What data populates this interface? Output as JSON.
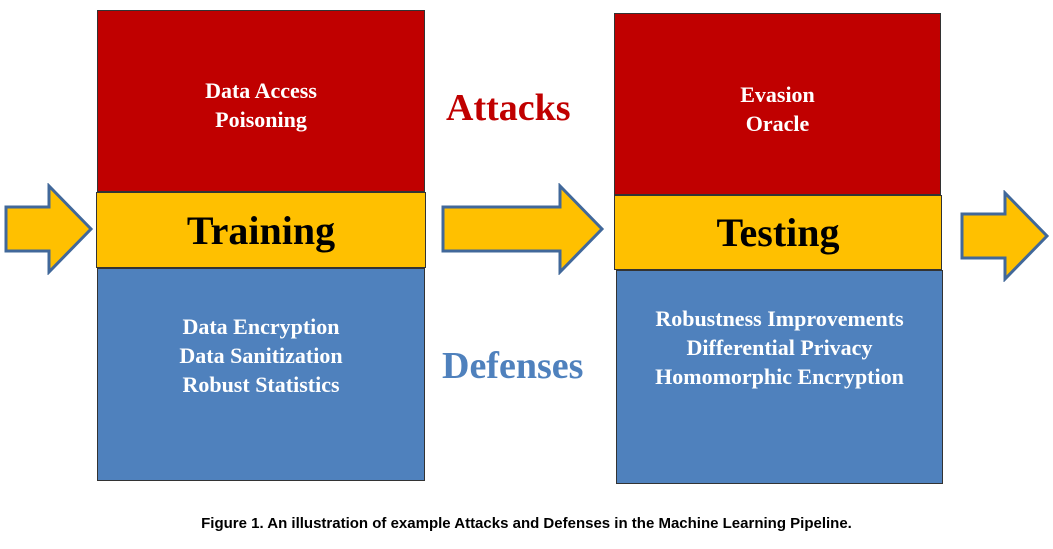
{
  "training": {
    "stage_label": "Training",
    "attacks": [
      "Data Access",
      "Poisoning"
    ],
    "defenses": [
      "Data Encryption",
      "Data Sanitization",
      "Robust Statistics"
    ]
  },
  "testing": {
    "stage_label": "Testing",
    "attacks": [
      "Evasion",
      "Oracle"
    ],
    "defenses": [
      "Robustness Improvements",
      "Differential Privacy",
      "Homomorphic Encryption"
    ]
  },
  "labels": {
    "attacks": "Attacks",
    "defenses": "Defenses"
  },
  "caption": "Figure 1. An illustration of example Attacks and Defenses in the Machine Learning Pipeline.",
  "colors": {
    "attack": "#c00000",
    "stage": "#ffc000",
    "defense": "#4f81bd"
  }
}
